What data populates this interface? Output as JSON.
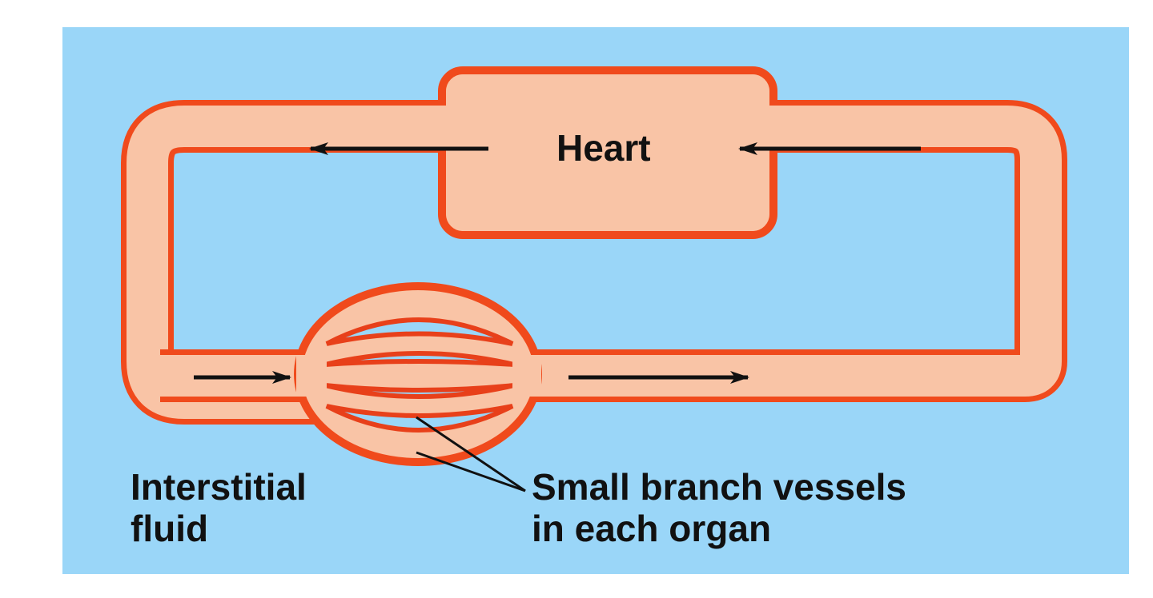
{
  "diagram": {
    "labels": {
      "heart": "Heart",
      "interstitial_line1": "Interstitial",
      "interstitial_line2": "fluid",
      "branch_line1": "Small branch vessels",
      "branch_line2": "in each organ"
    },
    "colors": {
      "background": "#9ad6f8",
      "vessel_fill": "#f9c4a6",
      "vessel_outline": "#f04a1c",
      "arrow": "#111111"
    }
  }
}
